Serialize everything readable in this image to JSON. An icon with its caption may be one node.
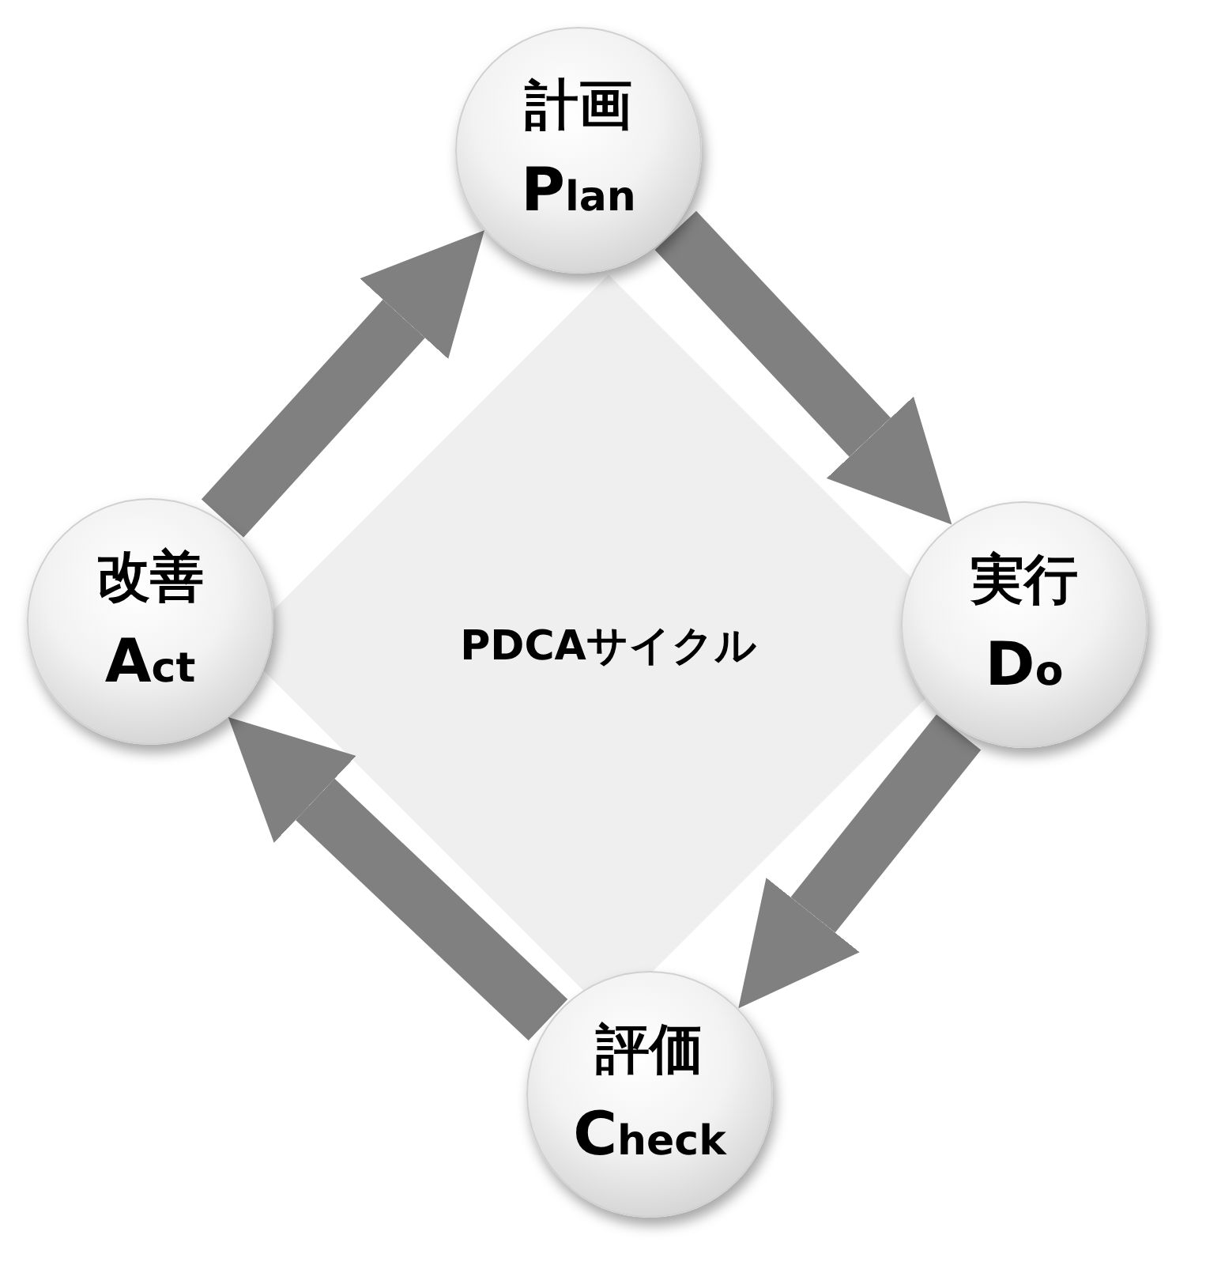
{
  "diagram": {
    "nodes": [
      {
        "text": [
          "計画",
          "Plan"
        ]
      },
      {
        "text": [
          "改善",
          "Act"
        ]
      },
      {
        "text": [
          "PDCAサイクル"
        ]
      },
      {
        "text": [
          "実行",
          "Do"
        ]
      },
      {
        "text": [
          "評価",
          "Check"
        ]
      }
    ],
    "edges": [
      {
        "from": 0,
        "to": 3,
        "arrow": "to"
      },
      {
        "from": 3,
        "to": 4,
        "arrow": "to"
      },
      {
        "from": 4,
        "to": 1,
        "arrow": "to"
      },
      {
        "from": 1,
        "to": 0,
        "arrow": "to"
      }
    ]
  }
}
